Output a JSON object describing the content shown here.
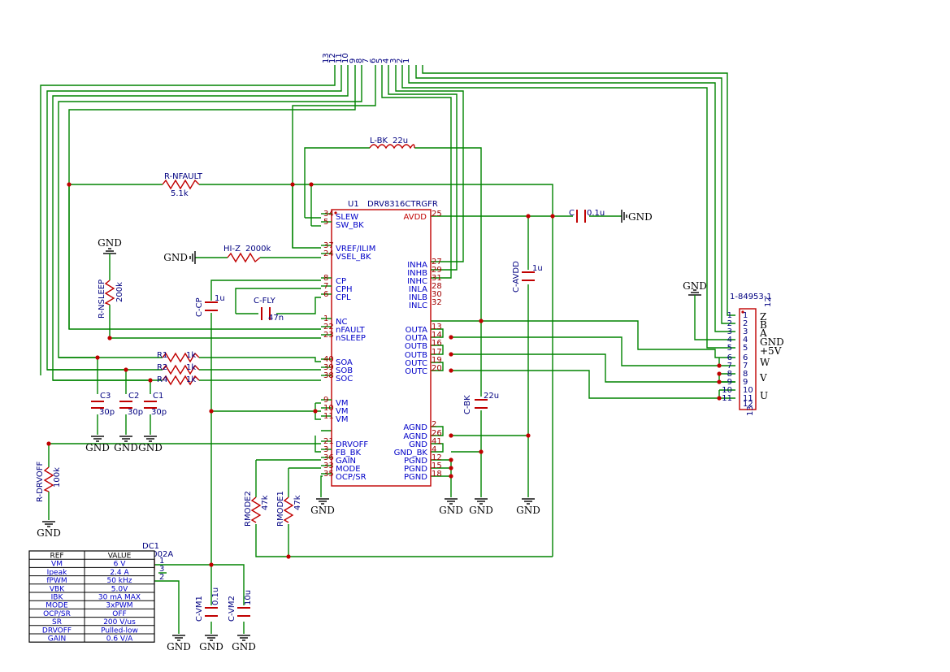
{
  "ic": {
    "ref": "U1",
    "value": "DRV8316CTRGFR",
    "left_pins": [
      {
        "num": "34",
        "name": "SLEW"
      },
      {
        "num": "5",
        "name": "SW_BK"
      },
      {
        "num": "37",
        "name": "VREF/ILIM"
      },
      {
        "num": "24",
        "name": "VSEL_BK"
      },
      {
        "num": "8",
        "name": "CP"
      },
      {
        "num": "7",
        "name": "CPH"
      },
      {
        "num": "6",
        "name": "CPL"
      },
      {
        "num": "1",
        "name": "NC"
      },
      {
        "num": "22",
        "name": "nFAULT"
      },
      {
        "num": "23",
        "name": "nSLEEP"
      },
      {
        "num": "40",
        "name": "SOA"
      },
      {
        "num": "39",
        "name": "SOB"
      },
      {
        "num": "38",
        "name": "SOC"
      },
      {
        "num": "9",
        "name": "VM"
      },
      {
        "num": "10",
        "name": "VM"
      },
      {
        "num": "11",
        "name": "VM"
      },
      {
        "num": "21",
        "name": "DRVOFF"
      },
      {
        "num": "3",
        "name": "FB_BK"
      },
      {
        "num": "36",
        "name": "GAIN"
      },
      {
        "num": "33",
        "name": "MODE"
      },
      {
        "num": "35",
        "name": "OCP/SR"
      }
    ],
    "right_pins": [
      {
        "num": "25",
        "name": "AVDD"
      },
      {
        "num": "27",
        "name": "INHA"
      },
      {
        "num": "29",
        "name": "INHB"
      },
      {
        "num": "31",
        "name": "INHC"
      },
      {
        "num": "28",
        "name": "INLA"
      },
      {
        "num": "30",
        "name": "INLB"
      },
      {
        "num": "32",
        "name": "INLC"
      },
      {
        "num": "13",
        "name": "OUTA"
      },
      {
        "num": "14",
        "name": "OUTA"
      },
      {
        "num": "16",
        "name": "OUTB"
      },
      {
        "num": "17",
        "name": "OUTB"
      },
      {
        "num": "19",
        "name": "OUTC"
      },
      {
        "num": "20",
        "name": "OUTC"
      },
      {
        "num": "2",
        "name": "AGND"
      },
      {
        "num": "26",
        "name": "AGND"
      },
      {
        "num": "41",
        "name": "GND"
      },
      {
        "num": "4",
        "name": "GND_BK"
      },
      {
        "num": "12",
        "name": "PGND"
      },
      {
        "num": "15",
        "name": "PGND"
      },
      {
        "num": "18",
        "name": "PGND"
      }
    ]
  },
  "header": {
    "numbers": [
      "13",
      "12",
      "11",
      "10",
      "9",
      "8",
      "7",
      "6",
      "5",
      "4",
      "3",
      "2",
      "1"
    ]
  },
  "connector": {
    "ref": "1-84953-1",
    "pins": [
      "1",
      "2",
      "3",
      "4",
      "5",
      "6",
      "7",
      "8",
      "9",
      "10",
      "11",
      "12",
      "13"
    ],
    "top_num": "12",
    "bottom_num": "13",
    "labels": [
      "Z",
      "B",
      "A",
      "GND",
      "+5V",
      "W",
      "V",
      "U"
    ]
  },
  "components": {
    "lbk": {
      "ref": "L-BK",
      "value": "22u"
    },
    "rnfault": {
      "ref": "R-NFAULT",
      "value": "5.1k"
    },
    "hiz": {
      "ref": "HI-Z",
      "value": "2000k"
    },
    "rnsleep": {
      "ref": "R-NSLEEP",
      "value": "200k"
    },
    "ccp": {
      "ref": "C-CP",
      "value": "1u"
    },
    "cfly": {
      "ref": "C-FLY",
      "value": "47n"
    },
    "cavdd": {
      "ref": "C-AVDD",
      "value": "1u"
    },
    "c": {
      "ref": "C",
      "value": "0.1u"
    },
    "cbk": {
      "ref": "C-BK",
      "value": "22u"
    },
    "r1": {
      "ref": "R1",
      "value": "1k"
    },
    "r2": {
      "ref": "R2",
      "value": "1k"
    },
    "r4": {
      "ref": "R4",
      "value": "1k"
    },
    "c3": {
      "ref": "C3",
      "value": "30p"
    },
    "c2": {
      "ref": "C2",
      "value": "30p"
    },
    "c1": {
      "ref": "C1",
      "value": "30p"
    },
    "rdrvoff": {
      "ref": "R-DRVOFF",
      "value": "100k"
    },
    "rmode2": {
      "ref": "RMODE2",
      "value": "47k"
    },
    "rmode1": {
      "ref": "RMODE1",
      "value": "47k"
    },
    "dc1": {
      "ref": "DC1",
      "value": "PJ-002A",
      "pins": [
        "1",
        "3",
        "2"
      ]
    },
    "cvm1": {
      "ref": "C-VM1",
      "value": "0.1u"
    },
    "cvm2": {
      "ref": "C-VM2",
      "value": "10u"
    }
  },
  "gnd_label": "GND",
  "table": {
    "headers": [
      "REF",
      "VALUE"
    ],
    "rows": [
      {
        "ref": "VM",
        "value": "6 V"
      },
      {
        "ref": "Ipeak",
        "value": "2.4 A"
      },
      {
        "ref": "fPWM",
        "value": "50 kHz"
      },
      {
        "ref": "VBK",
        "value": "5.0V"
      },
      {
        "ref": "IBK",
        "value": "30 mA MAX"
      },
      {
        "ref": "MODE",
        "value": "3xPWM"
      },
      {
        "ref": "OCP/SR",
        "value": "OFF"
      },
      {
        "ref": "SR",
        "value": "200 V/us"
      },
      {
        "ref": "DRVOFF",
        "value": "Pulled-low"
      },
      {
        "ref": "GAIN",
        "value": "0.6 V/A"
      }
    ]
  }
}
